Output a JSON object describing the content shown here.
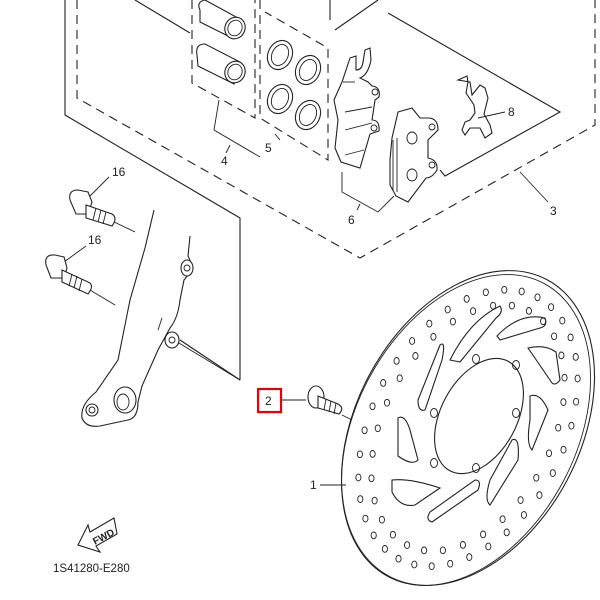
{
  "diagram": {
    "part_code": "1S41280-E280",
    "direction_marker": "FWD",
    "highlight_color": "#e8000b",
    "highlighted_callout": "2",
    "callouts": [
      {
        "id": "c1",
        "label": "1",
        "part": "brake-disc"
      },
      {
        "id": "c2",
        "label": "2",
        "part": "disc-bolt"
      },
      {
        "id": "c3",
        "label": "3",
        "part": "caliper-assembly"
      },
      {
        "id": "c4",
        "label": "4",
        "part": "piston-set"
      },
      {
        "id": "c5",
        "label": "5",
        "part": "seal-kit"
      },
      {
        "id": "c6",
        "label": "6",
        "part": "brake-pad-kit"
      },
      {
        "id": "c8",
        "label": "8",
        "part": "pad-support-spring"
      },
      {
        "id": "c16a",
        "label": "16",
        "part": "caliper-bolt-upper"
      },
      {
        "id": "c16b",
        "label": "16",
        "part": "caliper-bolt-lower"
      }
    ]
  }
}
